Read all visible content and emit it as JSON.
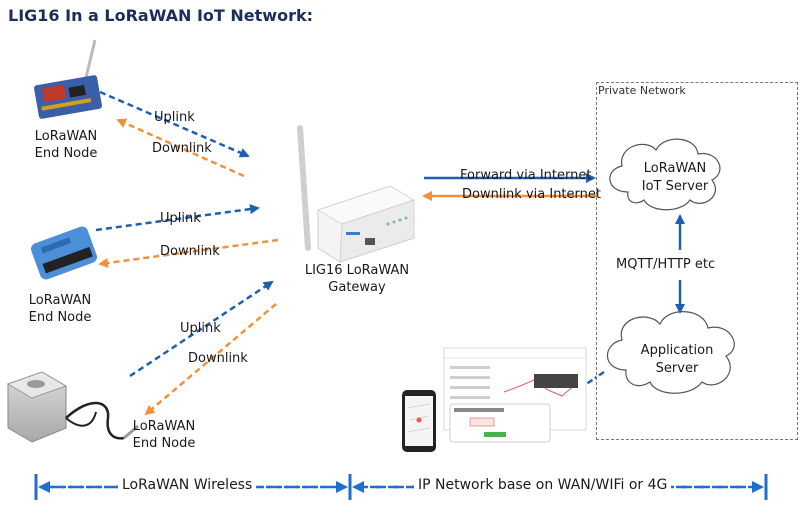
{
  "title": "LIG16 In a LoRaWAN IoT Network:",
  "end_nodes": [
    {
      "line1": "LoRaWAN",
      "line2": "End Node"
    },
    {
      "line1": "LoRaWAN",
      "line2": "End Node"
    },
    {
      "line1": "LoRaWAN",
      "line2": "End Node"
    }
  ],
  "links": {
    "uplink": "Uplink",
    "downlink": "Downlink"
  },
  "gateway": {
    "line1": "LIG16 LoRaWAN",
    "line2": "Gateway"
  },
  "internet": {
    "forward": "Forward via Internet",
    "downlink": "Downlink via Internet"
  },
  "private_network": "Private Network",
  "iot_server": {
    "line1": "LoRaWAN",
    "line2": "IoT Server"
  },
  "mqtt": "MQTT/HTTP etc",
  "app_server": {
    "line1": "Application",
    "line2": "Server"
  },
  "bottom": {
    "wireless": "LoRaWAN Wireless",
    "ip_network": "IP Network base on WAN/WIFi or 4G"
  },
  "colors": {
    "uplink": "#1f5fb0",
    "downlink": "#f0923a",
    "title": "#1a2e5c",
    "bottom_line": "#1f6fd0"
  }
}
